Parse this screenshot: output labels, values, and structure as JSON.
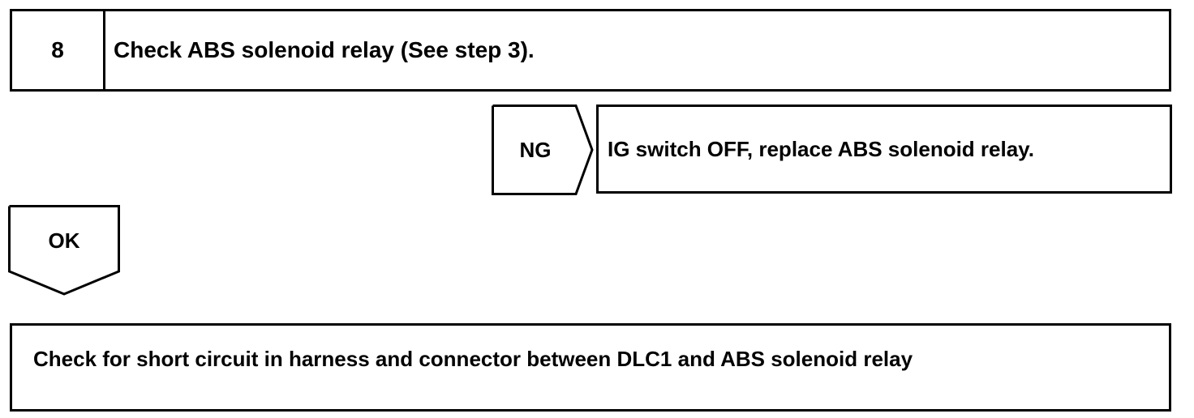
{
  "step": {
    "number": "8",
    "title": "Check ABS solenoid relay (See step 3)."
  },
  "ng_branch": {
    "label": "NG",
    "action": "IG switch OFF, replace ABS solenoid relay."
  },
  "ok_branch": {
    "label": "OK",
    "action": "Check for short circuit in harness and connector between DLC1 and ABS solenoid relay"
  }
}
